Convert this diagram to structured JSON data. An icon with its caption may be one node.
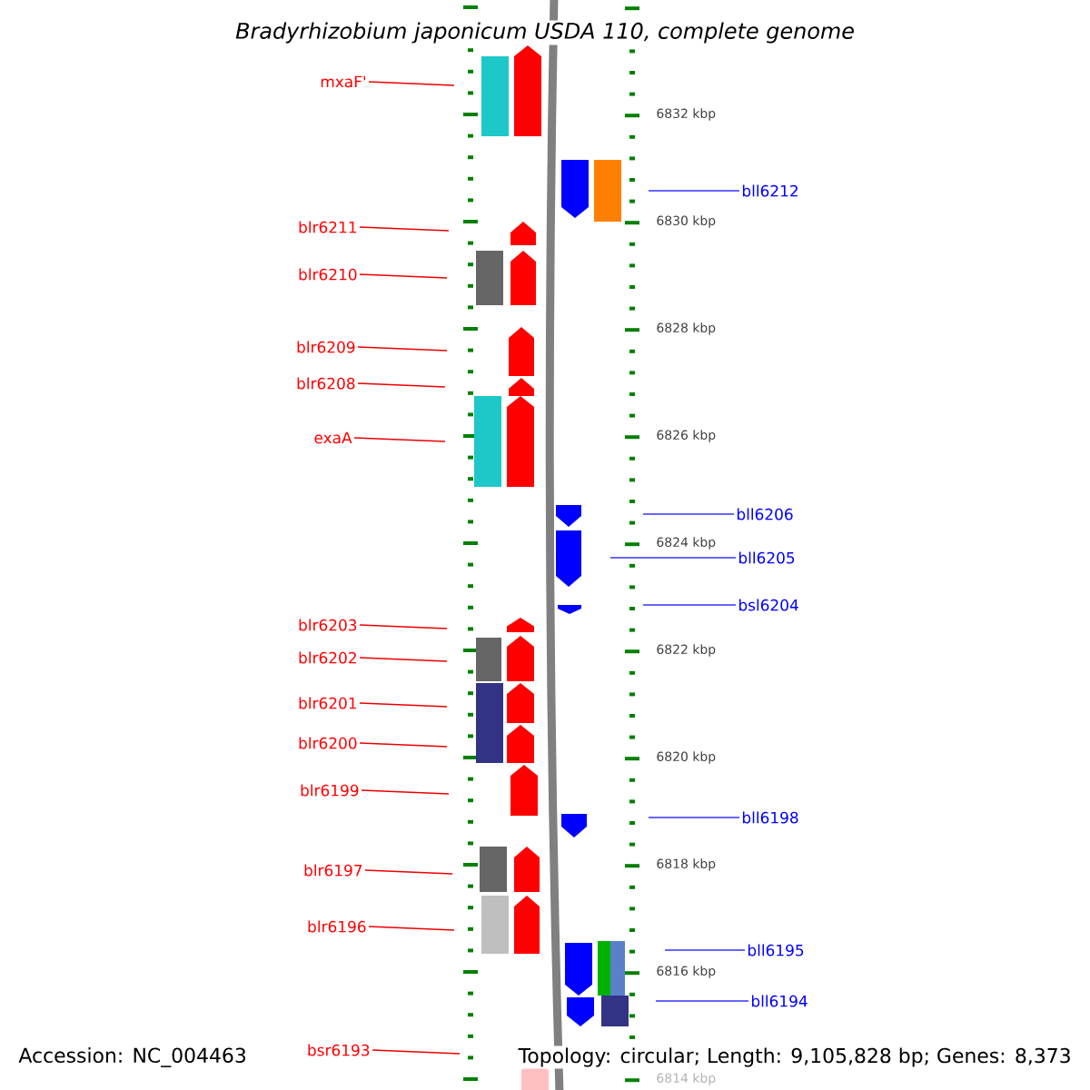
{
  "diagram": {
    "title": "Bradyrhizobium japonicum USDA 110, complete genome",
    "nodes": [
      {
        "text": [
          "mxaF'"
        ]
      },
      {
        "text": [
          "bll6212"
        ]
      },
      {
        "text": [
          "blr6211"
        ]
      },
      {
        "text": [
          "blr6210"
        ]
      },
      {
        "text": [
          "blr6209"
        ]
      },
      {
        "text": [
          "blr6208"
        ]
      },
      {
        "text": [
          "exaA"
        ]
      },
      {
        "text": [
          "bll6206"
        ]
      },
      {
        "text": [
          "bll6205"
        ]
      },
      {
        "text": [
          "bsl6204"
        ]
      },
      {
        "text": [
          "blr6203"
        ]
      },
      {
        "text": [
          "blr6202"
        ]
      },
      {
        "text": [
          "blr6201"
        ]
      },
      {
        "text": [
          "blr6200"
        ]
      },
      {
        "text": [
          "blr6199"
        ]
      },
      {
        "text": [
          "bll6198"
        ]
      },
      {
        "text": [
          "blr6197"
        ]
      },
      {
        "text": [
          "blr6196"
        ]
      },
      {
        "text": [
          "bll6195"
        ]
      },
      {
        "text": [
          "bll6194"
        ]
      },
      {
        "text": [
          "bsr6193"
        ]
      }
    ],
    "edges": [
      {
        "from": 0,
        "to": null,
        "arrow": "none"
      },
      {
        "from": 1,
        "to": null,
        "arrow": "none",
        "color": "#3333ff"
      },
      {
        "from": 2,
        "to": null,
        "arrow": "none"
      },
      {
        "from": 3,
        "to": null,
        "arrow": "none"
      },
      {
        "from": 4,
        "to": null,
        "arrow": "none"
      },
      {
        "from": 5,
        "to": null,
        "arrow": "none"
      },
      {
        "from": 6,
        "to": null,
        "arrow": "none"
      },
      {
        "from": 7,
        "to": null,
        "arrow": "none",
        "color": "#3333ff"
      },
      {
        "from": 8,
        "to": null,
        "arrow": "none",
        "color": "#3333ff"
      },
      {
        "from": 9,
        "to": null,
        "arrow": "none",
        "color": "#3333ff"
      },
      {
        "from": 10,
        "to": null,
        "arrow": "none"
      },
      {
        "from": 11,
        "to": null,
        "arrow": "none"
      },
      {
        "from": 12,
        "to": null,
        "arrow": "none"
      },
      {
        "from": 13,
        "to": null,
        "arrow": "none"
      },
      {
        "from": 14,
        "to": null,
        "arrow": "none"
      },
      {
        "from": 15,
        "to": null,
        "arrow": "none",
        "color": "#3333ff"
      },
      {
        "from": 16,
        "to": null,
        "arrow": "none"
      },
      {
        "from": 17,
        "to": null,
        "arrow": "none"
      },
      {
        "from": 18,
        "to": null,
        "arrow": "none",
        "color": "#3333ff"
      },
      {
        "from": 19,
        "to": null,
        "arrow": "none",
        "color": "#3333ff"
      },
      {
        "from": 20,
        "to": null,
        "arrow": "none"
      }
    ],
    "labels": [
      "6832 kbp",
      "6830 kbp",
      "6828 kbp",
      "6826 kbp",
      "6824 kbp",
      "6822 kbp",
      "6820 kbp",
      "6818 kbp",
      "6816 kbp",
      "6814 kbp",
      "Accession: NC_004463",
      "Topology: circular; Length: 9,105,828 bp; Genes: 8,373"
    ]
  }
}
